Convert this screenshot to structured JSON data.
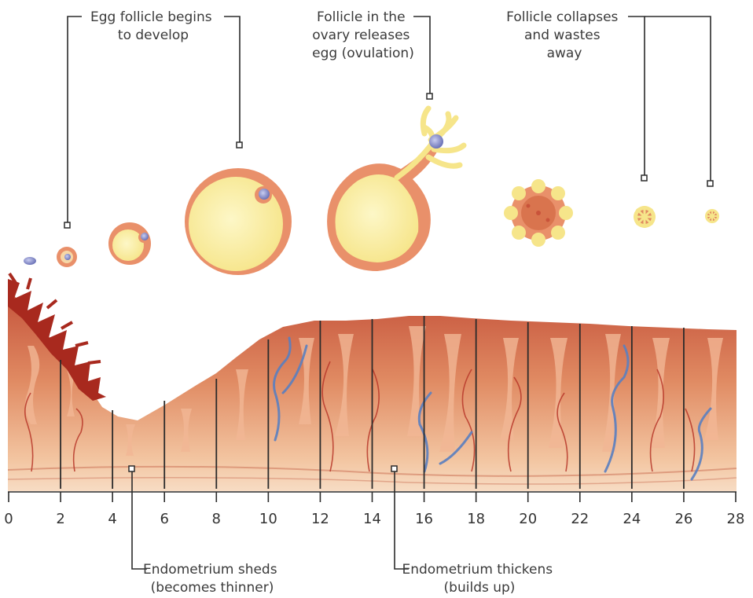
{
  "labels": {
    "egg_follicle": [
      "Egg follicle begins",
      "to develop"
    ],
    "ovulation": [
      "Follicle in the",
      "ovary releases",
      "egg (ovulation)"
    ],
    "collapse": [
      "Follicle collapses",
      "and wastes",
      "away"
    ],
    "sheds": [
      "Endometrium sheds",
      "(becomes thinner)"
    ],
    "thickens": [
      "Endometrium thickens",
      "(builds up)"
    ]
  },
  "axis": {
    "ticks": [
      "0",
      "2",
      "4",
      "6",
      "8",
      "10",
      "12",
      "14",
      "16",
      "18",
      "20",
      "22",
      "24",
      "26",
      "28"
    ]
  },
  "colors": {
    "follicle_fill": "#f9ef9e",
    "follicle_rim": "#e9906a",
    "egg": "#7f86c6",
    "tissue_top": "#c9533a",
    "tissue_bottom": "#f2c7a4",
    "shedding": "#a8291e",
    "vein": "#5a7fc0"
  }
}
